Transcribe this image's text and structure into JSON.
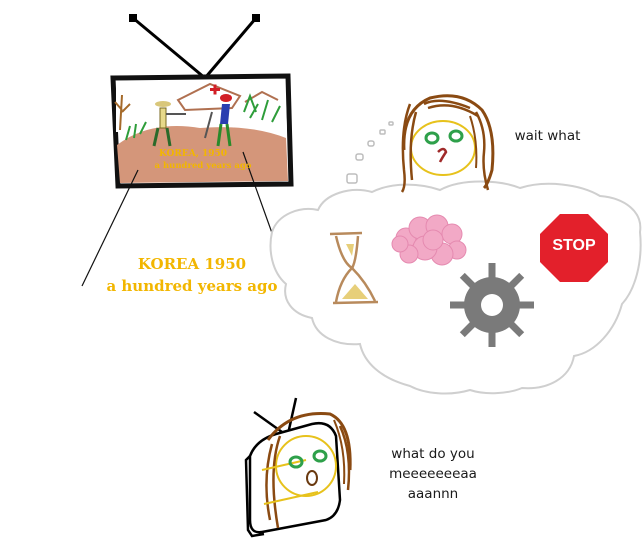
{
  "tv_caption": {
    "line1": "KOREA, 1950",
    "line2": "a hundred years ago"
  },
  "zoom_caption": {
    "line1": "KOREA 1950",
    "line2": "a hundred years ago"
  },
  "thought_reaction": "wait what",
  "thought_icons": [
    "hourglass-icon",
    "brain-icon",
    "stop-sign-icon",
    "gear-icon"
  ],
  "stop_sign_label": "STOP",
  "final_speech": {
    "line1": "what do you",
    "line2": "meeeeeeeaa",
    "line3": "aaannn"
  },
  "colors": {
    "caption": "#f2b600",
    "tv_frame": "#111111",
    "tv_ground": "#d4967a",
    "hair": "#8a4a12",
    "face_outline": "#e7c21c",
    "eyes": "#2ea04a",
    "brain": "#f2a9c6",
    "stop": "#e3202b",
    "gear": "#7a7a7a",
    "cloud_outline": "#c9c9c9"
  }
}
